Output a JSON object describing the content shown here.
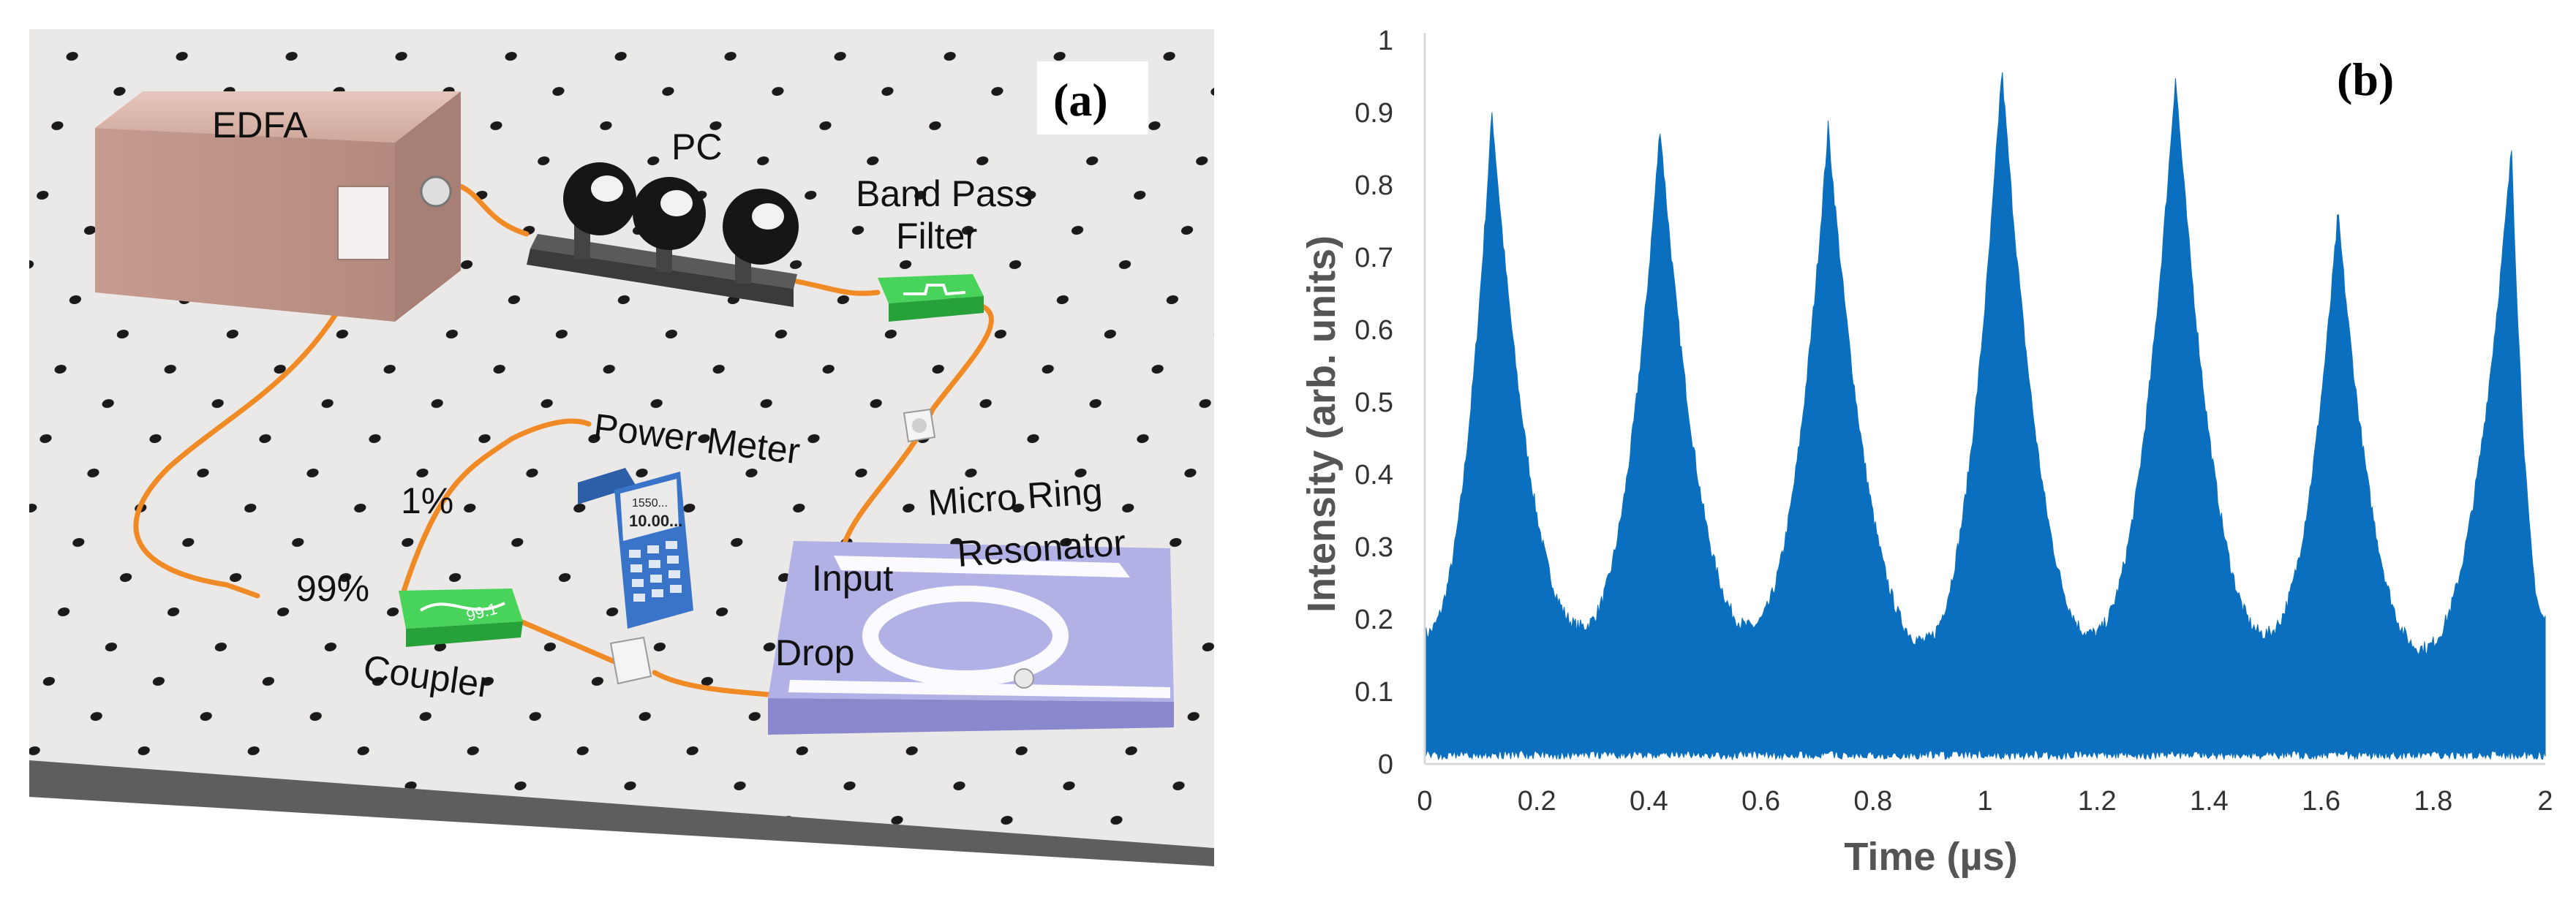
{
  "panel_a": {
    "panel_label": "(a)",
    "components": {
      "edfa": "EDFA",
      "pc": "PC",
      "band_pass_filter": [
        "Band Pass",
        "Filter"
      ],
      "power_meter": "Power Meter",
      "micro_ring_resonator": [
        "Micro Ring",
        "Resonator"
      ],
      "coupler": "Coupler",
      "input_port": "Input",
      "drop_port": "Drop",
      "split_1": "1%",
      "split_99": "99%",
      "meter_display": [
        "1550...",
        "10.00..."
      ],
      "coupler_marking": "99:1"
    },
    "colors": {
      "fiber": "#f08a24",
      "table": "#e9e6e6",
      "hole": "#1a1a1a",
      "filter": "#38c74a",
      "resonator": "#a9a8e4",
      "edfa": "#d9b6ac",
      "meter": "#3a74c9"
    }
  },
  "panel_b": {
    "panel_label": "(b)",
    "chart_data": {
      "type": "area",
      "title": "",
      "xlabel": "Time (µs)",
      "ylabel": "Intensity (arb. units)",
      "xlim": [
        0,
        2
      ],
      "ylim": [
        0,
        1
      ],
      "x_ticks": [
        "0",
        "0.2",
        "0.4",
        "0.6",
        "0.8",
        "1",
        "1.2",
        "1.4",
        "1.6",
        "1.8",
        "2"
      ],
      "y_ticks": [
        "0",
        "0.1",
        "0.2",
        "0.3",
        "0.4",
        "0.5",
        "0.6",
        "0.7",
        "0.8",
        "0.9",
        "1"
      ],
      "grid": false,
      "color": "#0a6fbf",
      "series": [
        {
          "peaks": [
            {
              "x": 0.12,
              "y": 0.9
            },
            {
              "x": 0.42,
              "y": 0.88
            },
            {
              "x": 0.72,
              "y": 0.88
            },
            {
              "x": 1.03,
              "y": 0.96
            },
            {
              "x": 1.34,
              "y": 0.95
            },
            {
              "x": 1.63,
              "y": 0.76
            },
            {
              "x": 1.94,
              "y": 0.85
            }
          ],
          "valleys": [
            {
              "x": 0.0,
              "y": 0.18
            },
            {
              "x": 0.28,
              "y": 0.19
            },
            {
              "x": 0.58,
              "y": 0.19
            },
            {
              "x": 0.89,
              "y": 0.17
            },
            {
              "x": 1.19,
              "y": 0.18
            },
            {
              "x": 1.5,
              "y": 0.18
            },
            {
              "x": 1.78,
              "y": 0.16
            },
            {
              "x": 2.0,
              "y": 0.2
            }
          ],
          "baseline": 0.01
        }
      ]
    }
  }
}
